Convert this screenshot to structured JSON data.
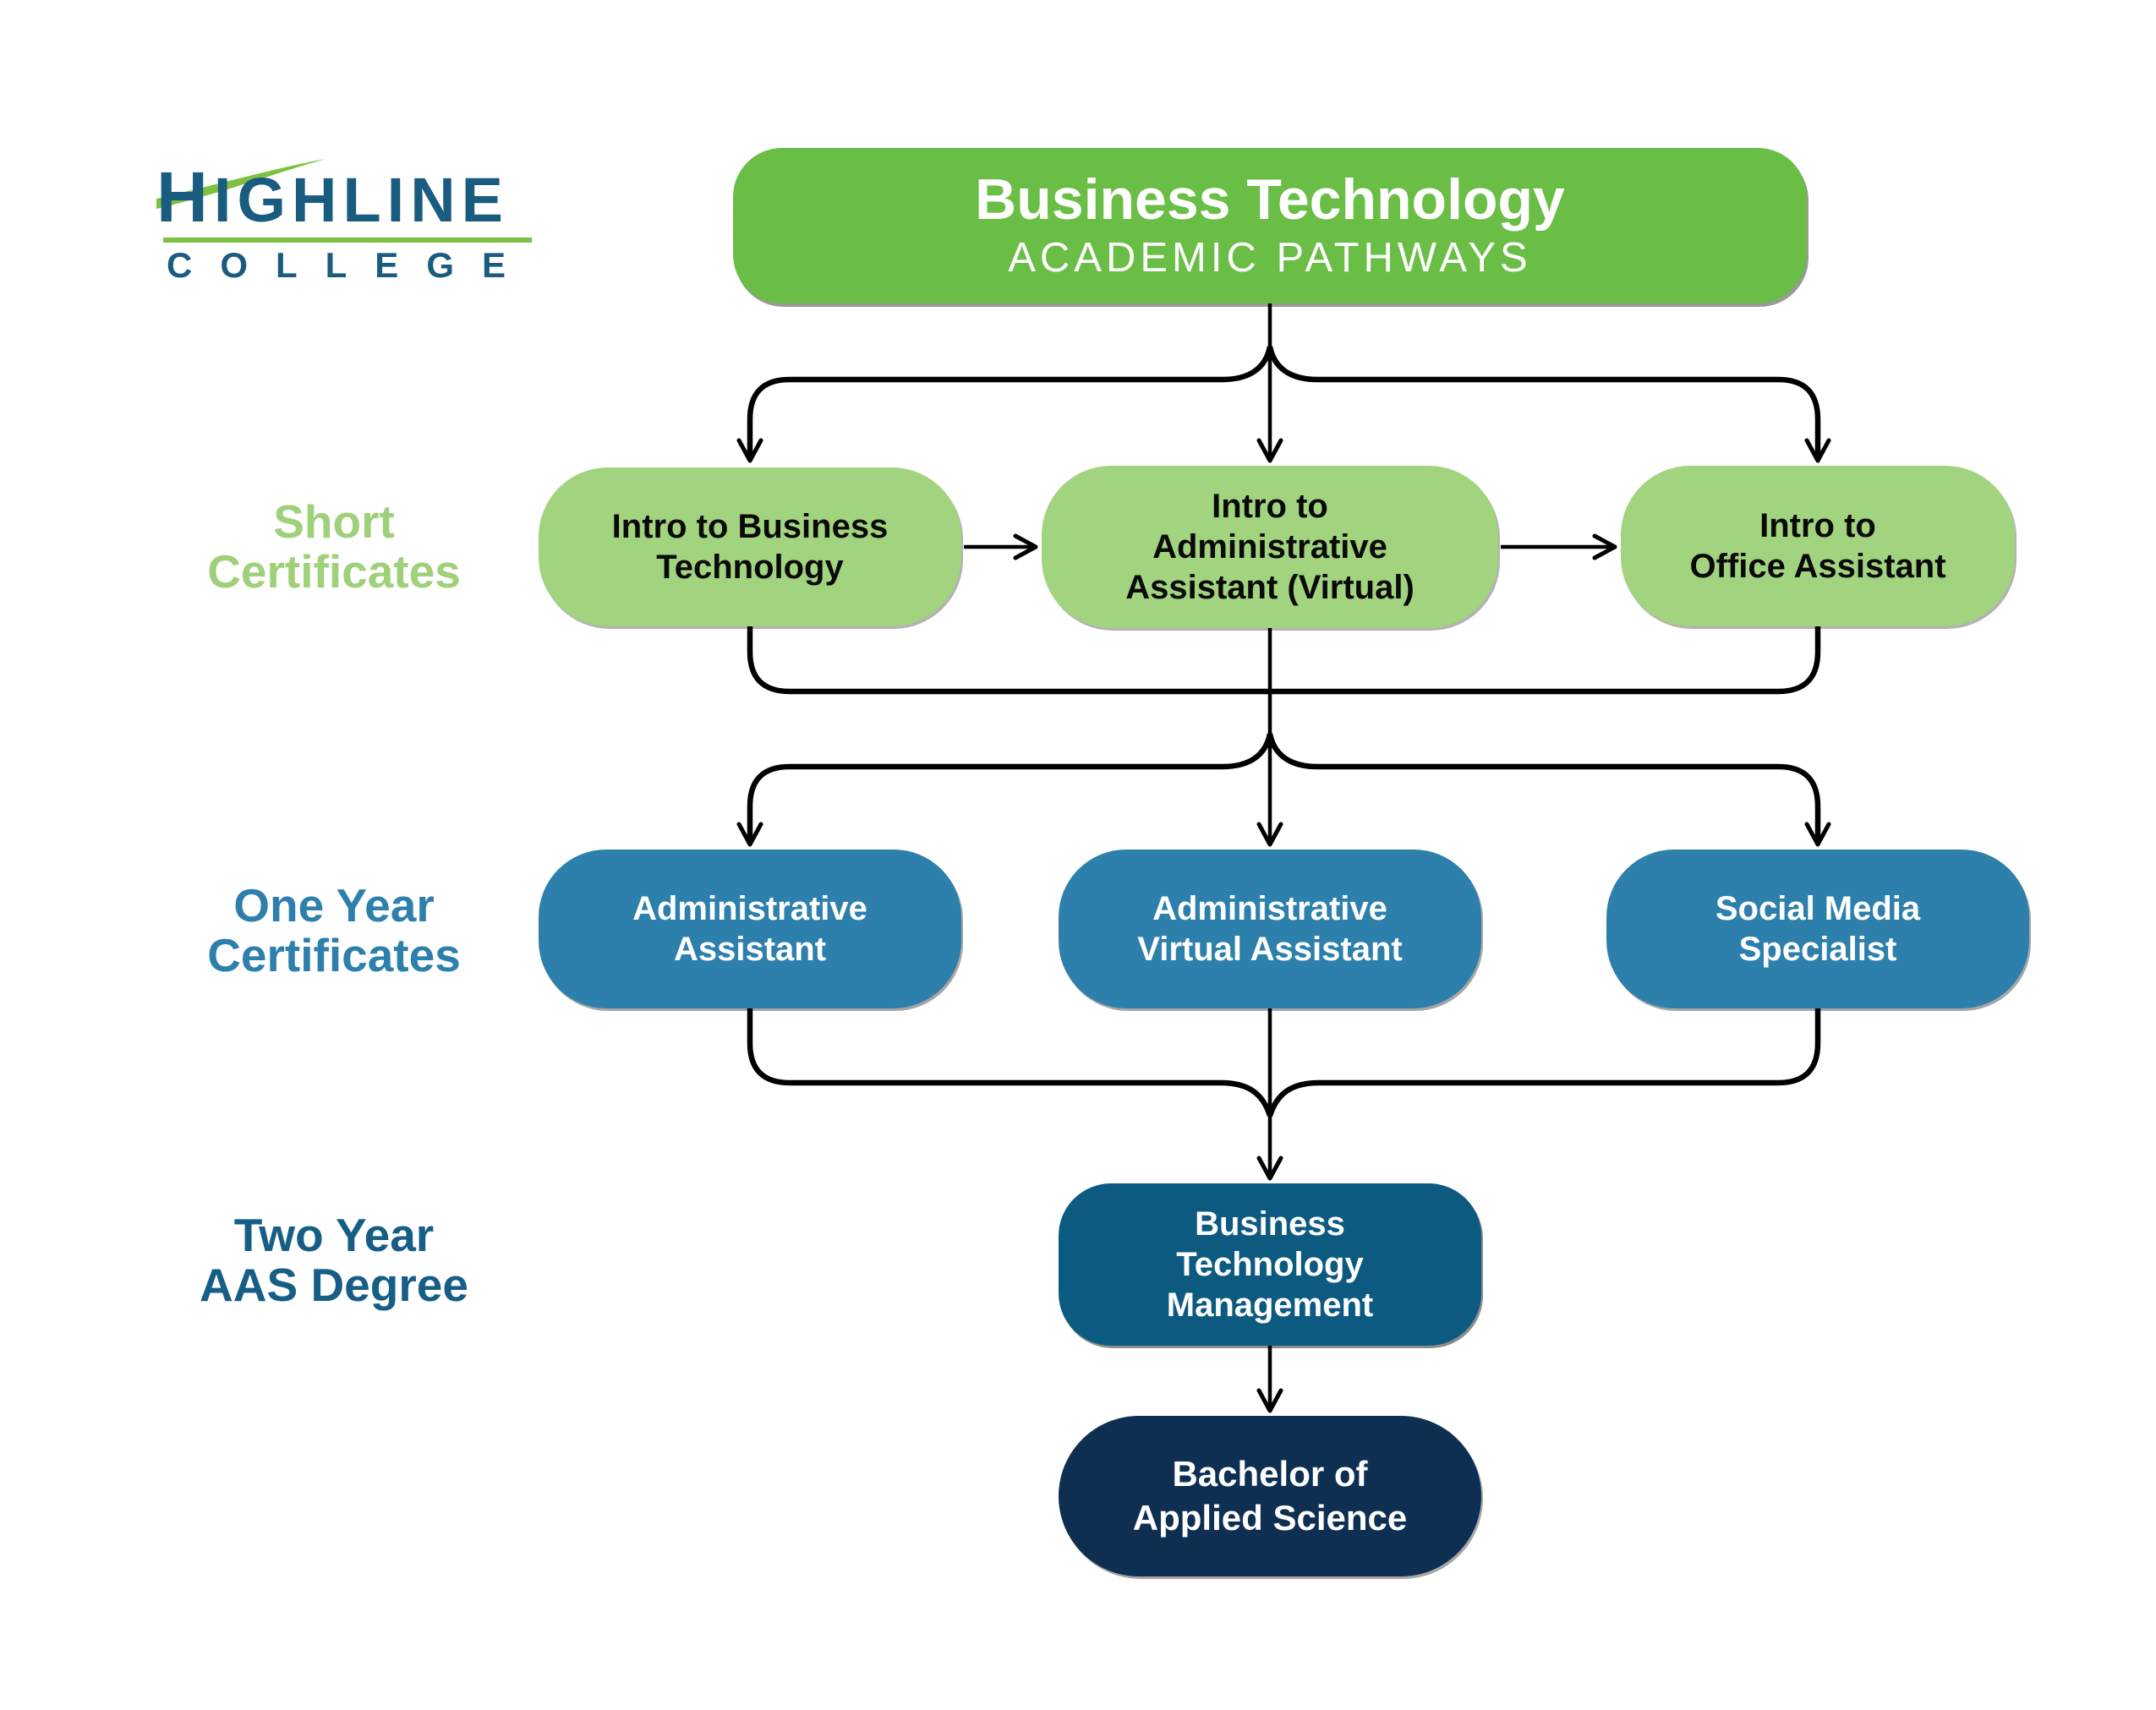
{
  "page": {
    "background": "#ffffff"
  },
  "logo": {
    "name": "Highline College",
    "word_top": "HIGHLINE",
    "word_bottom": "COLLEGE",
    "blue": "#1A5B80",
    "green": "#7CC142"
  },
  "header": {
    "title": "Business Technology",
    "subtitle": "ACADEMIC PATHWAYS",
    "background": "#6ABE46",
    "text_color": "#FFFFFF"
  },
  "rows": [
    {
      "id": "short-certificates",
      "label": "Short\nCertificates",
      "label_color": "#9FD07A",
      "box_color": "#A2D37E",
      "text_color": "#000000",
      "boxes": [
        {
          "text": "Intro to Business\nTechnology"
        },
        {
          "text": "Intro to\nAdministrative\nAssistant (Virtual)"
        },
        {
          "text": "Intro to\nOffice Assistant"
        }
      ]
    },
    {
      "id": "one-year-certificates",
      "label": "One Year\nCertificates",
      "label_color": "#2D80AC",
      "box_color": "#2D80AC",
      "text_color": "#FFFFFF",
      "boxes": [
        {
          "text": "Administrative\nAssistant"
        },
        {
          "text": "Administrative\nVirtual Assistant"
        },
        {
          "text": "Social Media\nSpecialist"
        }
      ]
    },
    {
      "id": "two-year-aas-degree",
      "label": "Two Year\nAAS Degree",
      "label_color": "#175E86",
      "box_color": "#0D5A81",
      "text_color": "#FFFFFF",
      "boxes": [
        {
          "text": "Business\nTechnology\nManagement"
        }
      ]
    },
    {
      "id": "bachelor",
      "label": "",
      "label_color": "",
      "box_color": "#0E2F52",
      "text_color": "#FFFFFF",
      "boxes": [
        {
          "text": "Bachelor of\nApplied Science"
        }
      ]
    }
  ],
  "connector_color": "#000000"
}
